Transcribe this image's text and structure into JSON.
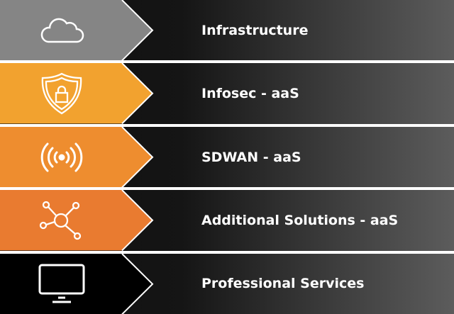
{
  "items": [
    {
      "label": "Infrastructure",
      "icon": "cloud-icon",
      "color": "#858585"
    },
    {
      "label": "Infosec - aaS",
      "icon": "shield-lock-icon",
      "color": "#f2a22f"
    },
    {
      "label": "SDWAN - aaS",
      "icon": "wireless-signal-icon",
      "color": "#ee8d2f"
    },
    {
      "label": "Additional Solutions - aaS",
      "icon": "network-hub-icon",
      "color": "#e97b30"
    },
    {
      "label": "Professional Services",
      "icon": "monitor-icon",
      "color": "#000000"
    }
  ]
}
